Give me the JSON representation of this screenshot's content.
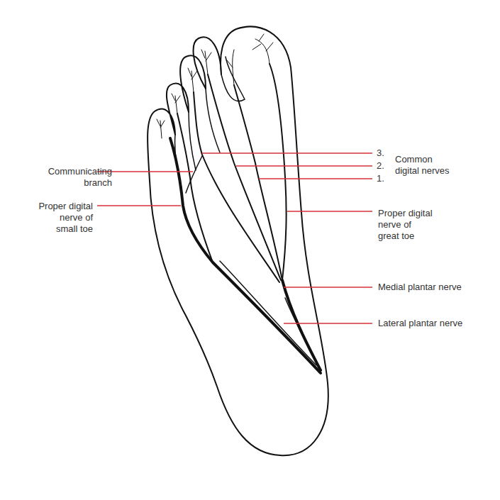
{
  "diagram": {
    "labels": [
      "Communicating branch",
      "Proper digital nerve of small toe",
      "3.",
      "2.",
      "1.",
      "Common digital nerves",
      "Proper digital nerve of great toe",
      "Medial plantar nerve",
      "Lateral plantar nerve"
    ]
  }
}
